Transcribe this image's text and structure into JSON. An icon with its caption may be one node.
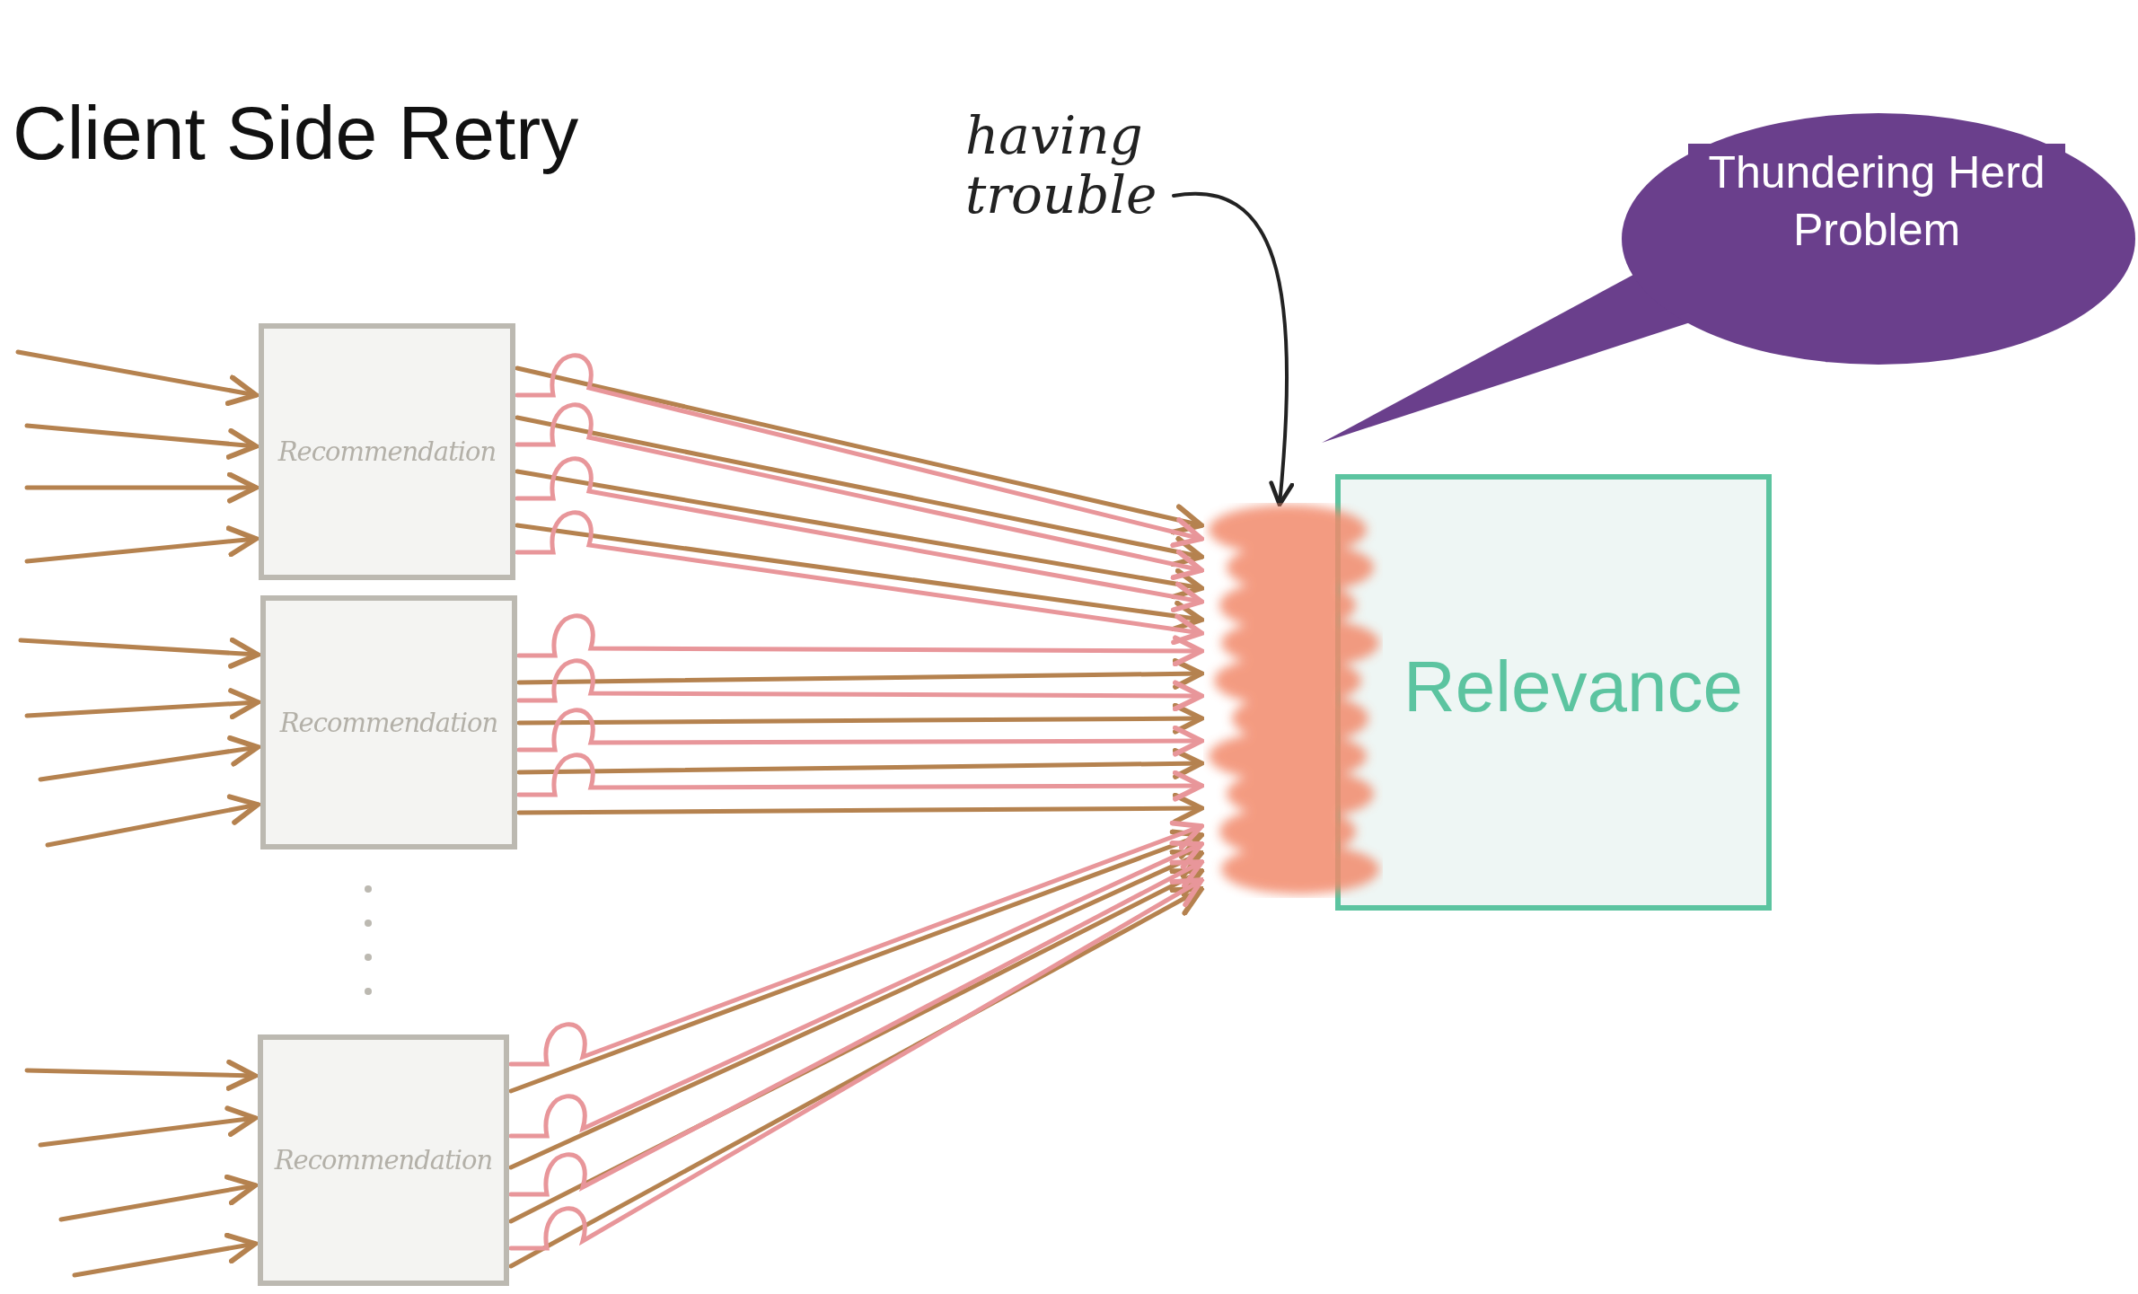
{
  "diagram": {
    "title": "Client Side Retry",
    "nodes": [
      {
        "text": [
          "having trouble"
        ]
      },
      {
        "text": [
          "Thundering Herd Problem"
        ]
      },
      {
        "text": [
          "Recommendation"
        ]
      },
      {
        "text": [
          "Recommendation"
        ]
      },
      {
        "text": [
          "Recommendation"
        ]
      },
      {
        "text": [],
        "shape": "cloud"
      },
      {
        "text": [
          "Relevance"
        ]
      }
    ],
    "edges": [
      {
        "from": null,
        "to": 2,
        "arrow": "to"
      },
      {
        "from": null,
        "to": 2,
        "arrow": "to"
      },
      {
        "from": null,
        "to": 2,
        "arrow": "to"
      },
      {
        "from": null,
        "to": 2,
        "arrow": "to"
      },
      {
        "from": null,
        "to": 3,
        "arrow": "to"
      },
      {
        "from": null,
        "to": 3,
        "arrow": "to"
      },
      {
        "from": null,
        "to": 3,
        "arrow": "to"
      },
      {
        "from": null,
        "to": 3,
        "arrow": "to"
      },
      {
        "from": null,
        "to": 4,
        "arrow": "to"
      },
      {
        "from": null,
        "to": 4,
        "arrow": "to"
      },
      {
        "from": null,
        "to": 4,
        "arrow": "to"
      },
      {
        "from": null,
        "to": 4,
        "arrow": "to"
      },
      {
        "from": 2,
        "to": 5,
        "arrow": "to"
      },
      {
        "from": 2,
        "to": 5,
        "arrow": "to"
      },
      {
        "from": 2,
        "to": 5,
        "arrow": "to"
      },
      {
        "from": 2,
        "to": 5,
        "arrow": "to"
      },
      {
        "from": 2,
        "to": 5,
        "arrow": "to",
        "color": "#e8969a"
      },
      {
        "from": 2,
        "to": 5,
        "arrow": "to",
        "color": "#e8969a"
      },
      {
        "from": 2,
        "to": 5,
        "arrow": "to",
        "color": "#e8969a"
      },
      {
        "from": 2,
        "to": 5,
        "arrow": "to",
        "color": "#e8969a"
      },
      {
        "from": 3,
        "to": 5,
        "arrow": "to"
      },
      {
        "from": 3,
        "to": 5,
        "arrow": "to"
      },
      {
        "from": 3,
        "to": 5,
        "arrow": "to"
      },
      {
        "from": 3,
        "to": 5,
        "arrow": "to"
      },
      {
        "from": 3,
        "to": 5,
        "arrow": "to",
        "color": "#e8969a"
      },
      {
        "from": 3,
        "to": 5,
        "arrow": "to",
        "color": "#e8969a"
      },
      {
        "from": 3,
        "to": 5,
        "arrow": "to",
        "color": "#e8969a"
      },
      {
        "from": 3,
        "to": 5,
        "arrow": "to",
        "color": "#e8969a"
      },
      {
        "from": 4,
        "to": 5,
        "arrow": "to"
      },
      {
        "from": 4,
        "to": 5,
        "arrow": "to"
      },
      {
        "from": 4,
        "to": 5,
        "arrow": "to"
      },
      {
        "from": 4,
        "to": 5,
        "arrow": "to"
      },
      {
        "from": 4,
        "to": 5,
        "arrow": "to",
        "color": "#e8969a"
      },
      {
        "from": 4,
        "to": 5,
        "arrow": "to",
        "color": "#e8969a"
      },
      {
        "from": 4,
        "to": 5,
        "arrow": "to",
        "color": "#e8969a"
      },
      {
        "from": 4,
        "to": 5,
        "arrow": "to",
        "color": "#e8969a"
      },
      {
        "from": 0,
        "to": 5,
        "arrow": "to",
        "color": "#222222"
      }
    ]
  }
}
